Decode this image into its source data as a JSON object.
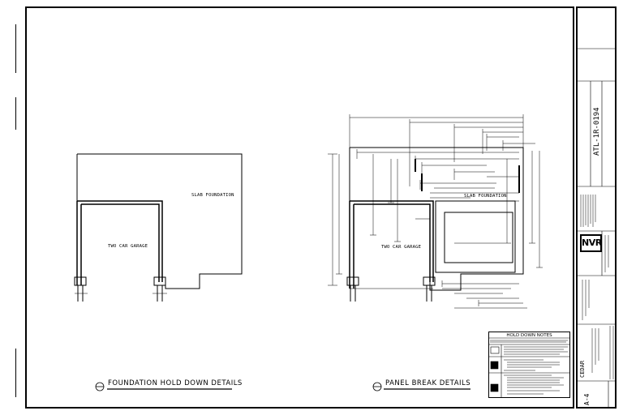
{
  "foundation_plan": {
    "slab_label": "SLAB FOUNDATION",
    "garage_label": "TWO CAR GARAGE",
    "caption": "FOUNDATION HOLD DOWN DETAILS"
  },
  "panel_plan": {
    "garage_label": "TWO CAR GARAGE",
    "slab_label": "SLAB FOUNDATION",
    "caption": "PANEL BREAK DETAILS"
  },
  "hold_down_notes": {
    "title": "HOLD DOWN NOTES"
  },
  "title_block": {
    "job_number": "ATL-1R-0194",
    "logo": "NVR",
    "plan_name": "CEDAR",
    "sheet_number": "A-4"
  }
}
